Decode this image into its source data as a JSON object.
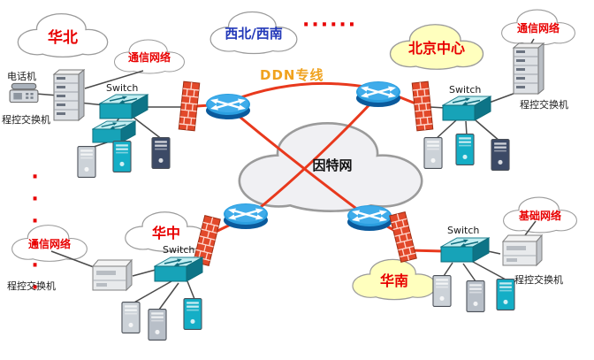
{
  "clouds": {
    "north": {
      "label": "华北"
    },
    "comm_tl": {
      "label": "通信网络"
    },
    "northwest": {
      "label": "西北/西南"
    },
    "beijing": {
      "label": "北京中心"
    },
    "comm_tr": {
      "label": "通信网络"
    },
    "internet": {
      "label": "因特网"
    },
    "central": {
      "label": "华中"
    },
    "comm_bl": {
      "label": "通信网络"
    },
    "south": {
      "label": "华南"
    },
    "base_br": {
      "label": "基础网络"
    }
  },
  "labels": {
    "ddn": "DDN专线",
    "phone": "电话机",
    "pbx_tl": "程控交换机",
    "pbx_tr": "程控交换机",
    "pbx_bl": "程控交换机",
    "pbx_br": "程控交换机",
    "switch_tl": "Switch",
    "switch_tr": "Switch",
    "switch_bl": "Switch",
    "switch_br": "Switch",
    "ellipsis_top": "······",
    "ellipsis_left": "······"
  },
  "colors": {
    "region_label": "#e80000",
    "northwest_label": "#2238b8",
    "ddn_label": "#f0a21e",
    "backbone_line": "#e8391d",
    "local_line": "#4a4a4a",
    "cloud_yellow": "#ffffbe",
    "cloud_white": "#ffffff",
    "internet_cloud_fill": "#f0f0f3"
  }
}
